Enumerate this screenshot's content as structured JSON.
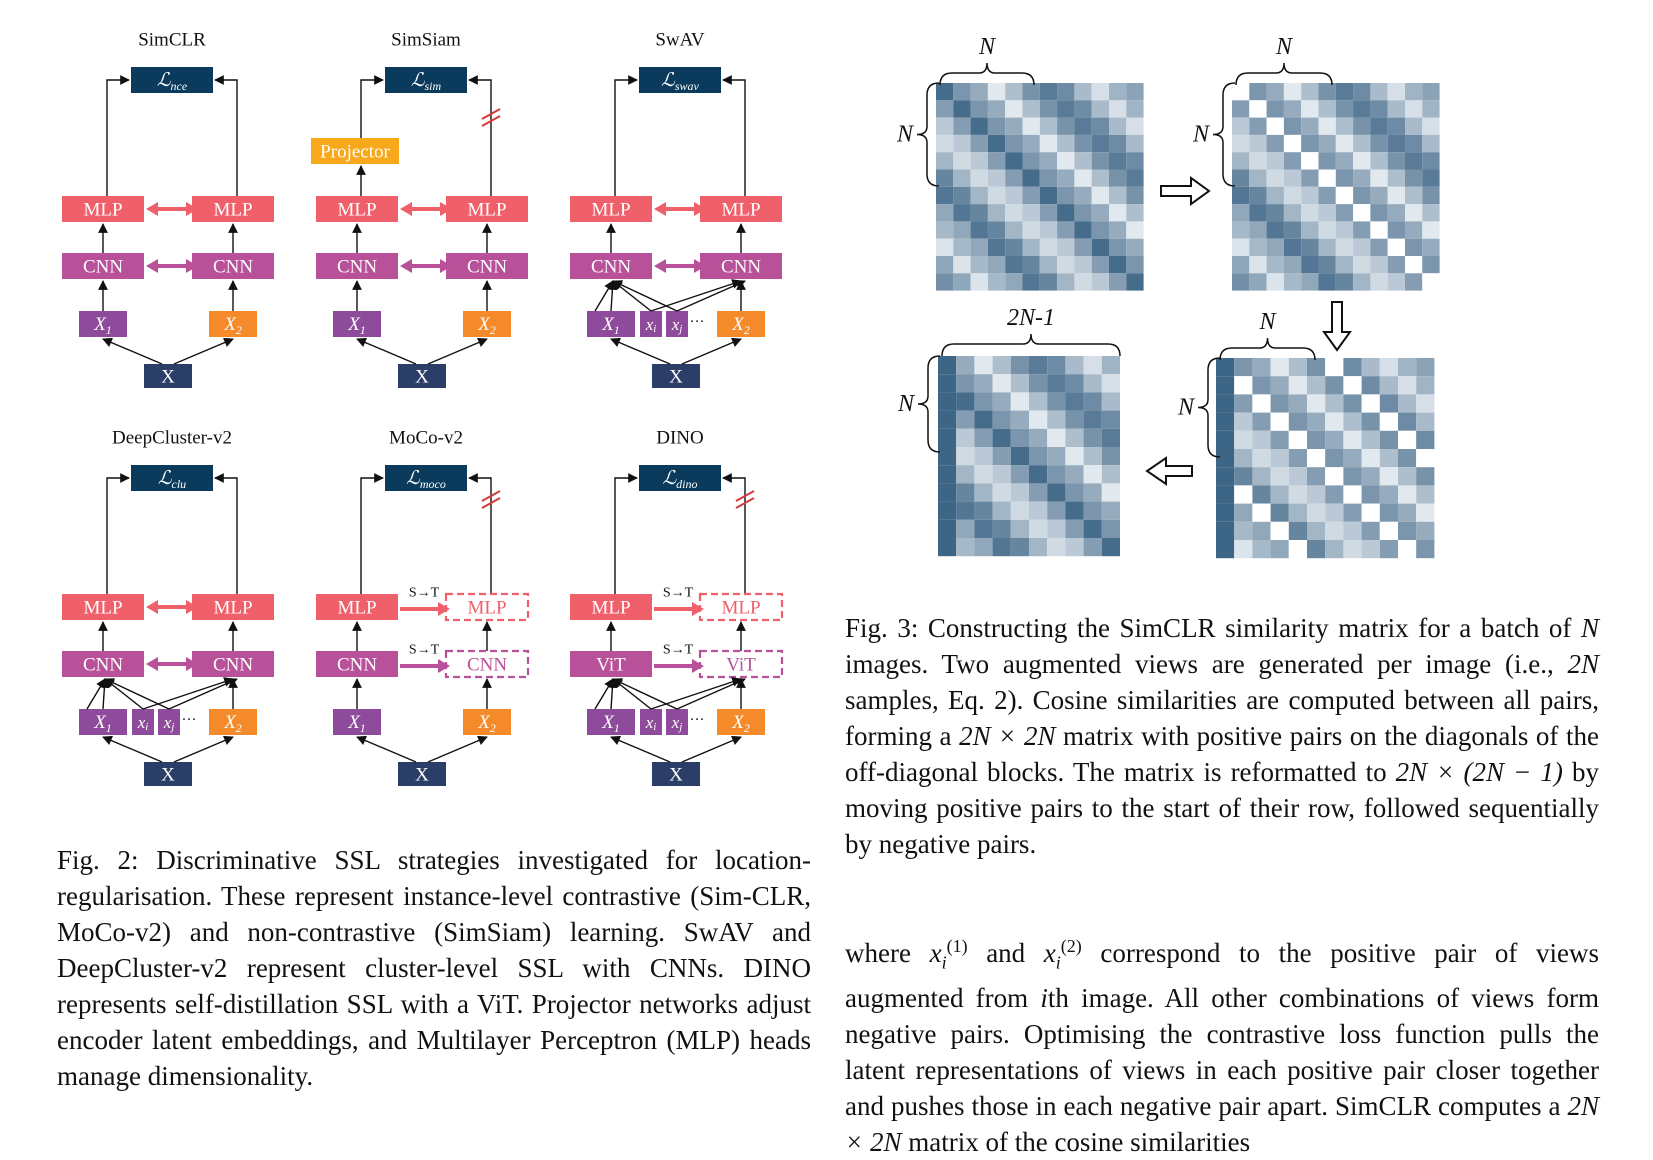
{
  "colors": {
    "loss": "#0b3b5c",
    "mlp": "#f0606a",
    "cnn": "#b85199",
    "x1": "#8e4a9b",
    "x2": "#f58a2a",
    "xin": "#2b3e68",
    "proj": "#f7a81b",
    "stop": "#d33a3a",
    "matrix_dark": "#3d6586",
    "matrix_light": "#e1e8ee"
  },
  "fig2": {
    "panels": [
      {
        "title": "SimCLR",
        "loss_main": "ℒ",
        "loss_sub": "nce",
        "mode": "simclr"
      },
      {
        "title": "SimSiam",
        "loss_main": "ℒ",
        "loss_sub": "sim",
        "mode": "simsiam",
        "projector": "Projector"
      },
      {
        "title": "SwAV",
        "loss_main": "ℒ",
        "loss_sub": "swav",
        "mode": "multi"
      },
      {
        "title": "DeepCluster-v2",
        "loss_main": "ℒ",
        "loss_sub": "clu",
        "mode": "multi"
      },
      {
        "title": "MoCo-v2",
        "loss_main": "ℒ",
        "loss_sub": "moco",
        "mode": "moco"
      },
      {
        "title": "DINO",
        "loss_main": "ℒ",
        "loss_sub": "dino",
        "mode": "dino"
      }
    ],
    "labels": {
      "mlp": "MLP",
      "cnn": "CNN",
      "vit": "ViT",
      "x": "X",
      "x1_main": "X",
      "x1_sub": "1",
      "x2_main": "X",
      "x2_sub": "2",
      "xi_main": "x",
      "xi_sub": "i",
      "xj_main": "x",
      "xj_sub": "j",
      "ellipsis": "···",
      "st": "S→T"
    }
  },
  "fig3": {
    "labels": {
      "n": "N",
      "two_n_minus_1": "2N-1"
    }
  },
  "caption2": "Fig. 2: Discriminative SSL strategies investigated for location-regularisation. These represent instance-level contrastive (Sim-CLR, MoCo-v2) and non-contrastive (SimSiam) learning. SwAV and DeepCluster-v2 represent cluster-level SSL with CNNs. DINO represents self-distillation SSL with a ViT. Projector networks adjust encoder latent embeddings, and Multilayer Perceptron (MLP) heads manage dimensionality.",
  "caption3": {
    "p1": "Fig. 3: Constructing the SimCLR similarity matrix for a batch of ",
    "v1": "N",
    "p2": " images. Two augmented views are generated per image (i.e., ",
    "v2": "2N",
    "p3": " samples, Eq. 2). Cosine similarities are computed between all pairs, forming a ",
    "v3": "2N × 2N",
    "p4": " matrix with positive pairs on the diagonals of the off-diagonal blocks. The matrix is reformatted to ",
    "v4": "2N × (2N − 1)",
    "p5": " by moving positive pairs to the start of their row, followed sequentially by negative pairs."
  },
  "body": {
    "p1": "where ",
    "v1": "x",
    "v1_sub": "i",
    "v1_sup": "(1)",
    "p2": " and ",
    "v2": "x",
    "v2_sub": "i",
    "v2_sup": "(2)",
    "p3": " correspond to the positive pair of views augmented from ",
    "v3": "i",
    "p4": "th image. All other combinations of views form negative pairs. Optimising the contrastive loss function pulls the latent representations of views in each positive pair closer together and pushes those in each negative pair apart. SimCLR computes a ",
    "v4": "2N × 2N",
    "p5": " matrix of the cosine similarities"
  }
}
